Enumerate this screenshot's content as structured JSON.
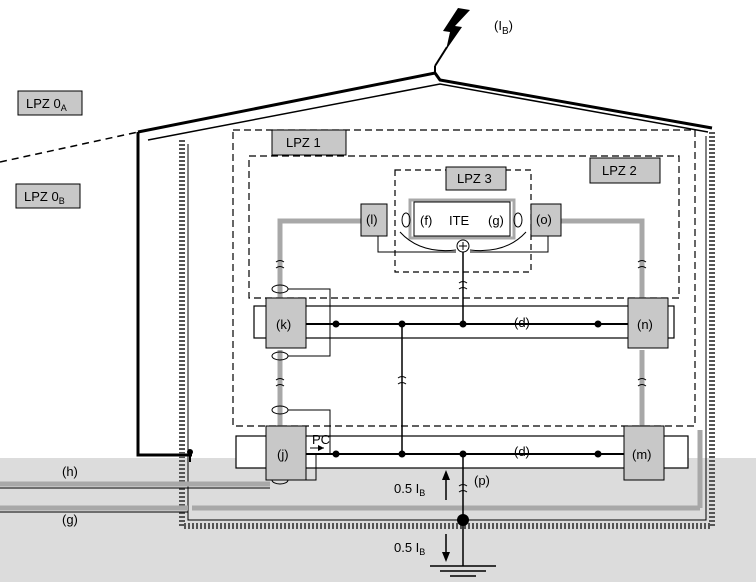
{
  "lightning": {
    "label": "(I",
    "sub": "B",
    "close": ")"
  },
  "zones": {
    "lpz0a": {
      "main": "LPZ 0",
      "sub": "A"
    },
    "lpz0b": {
      "main": "LPZ 0",
      "sub": "B"
    },
    "lpz1": "LPZ 1",
    "lpz2": "LPZ 2",
    "lpz3": "LPZ 3"
  },
  "equipment": {
    "ite": "ITE",
    "f": "(f)",
    "g": "(g)",
    "l": "(l)",
    "o": "(o)",
    "k": "(k)",
    "n": "(n)",
    "j": "(j)",
    "m": "(m)",
    "pc": "PC"
  },
  "conductors": {
    "d_upper": "(d)",
    "d_lower": "(d)",
    "h": "(h)",
    "g_line": "(g)",
    "p": "(p)"
  },
  "currents": {
    "upper": {
      "main": "0.5 I",
      "sub": "B"
    },
    "lower": {
      "main": "0.5 I",
      "sub": "B"
    }
  },
  "colors": {
    "ground": "#dcdcdc",
    "box_fill": "#c8c8c8",
    "pipe": "#a8a8a8",
    "lines": "#000000"
  }
}
